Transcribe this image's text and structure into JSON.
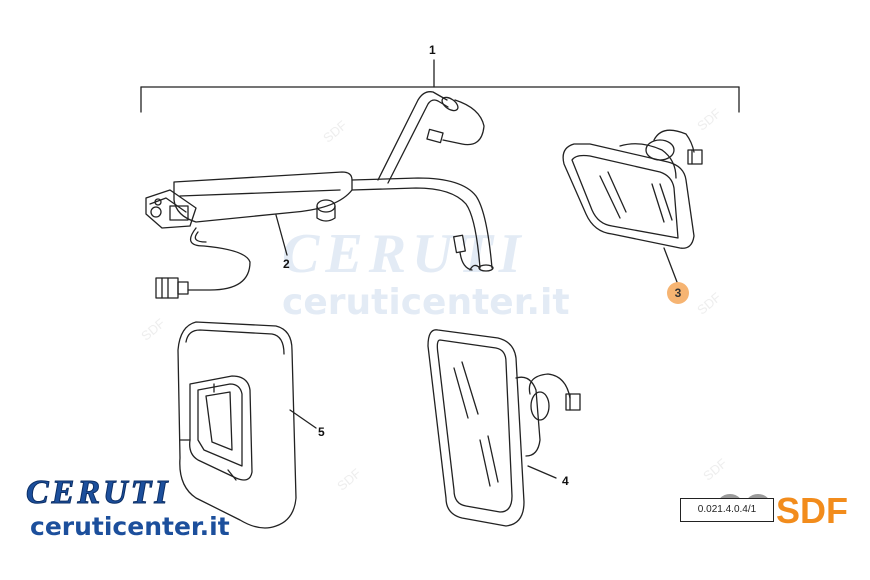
{
  "callouts": [
    {
      "label": "1"
    },
    {
      "label": "2"
    },
    {
      "label": "3"
    },
    {
      "label": "4"
    },
    {
      "label": "5"
    }
  ],
  "watermark": {
    "brand": "CERUTI",
    "url": "ceruticenter.it",
    "sdf_mark": "SDF"
  },
  "logo": {
    "brand": "CERUTI",
    "url": "ceruticenter.it"
  },
  "reference_code": "0.021.4.0.4/1",
  "sdf_logo": {
    "text": "SDF",
    "color": "#f28c1c"
  },
  "colors": {
    "line": "#222222",
    "highlight_badge": "#f6b472",
    "logo_blue": "#1c4f9c"
  }
}
